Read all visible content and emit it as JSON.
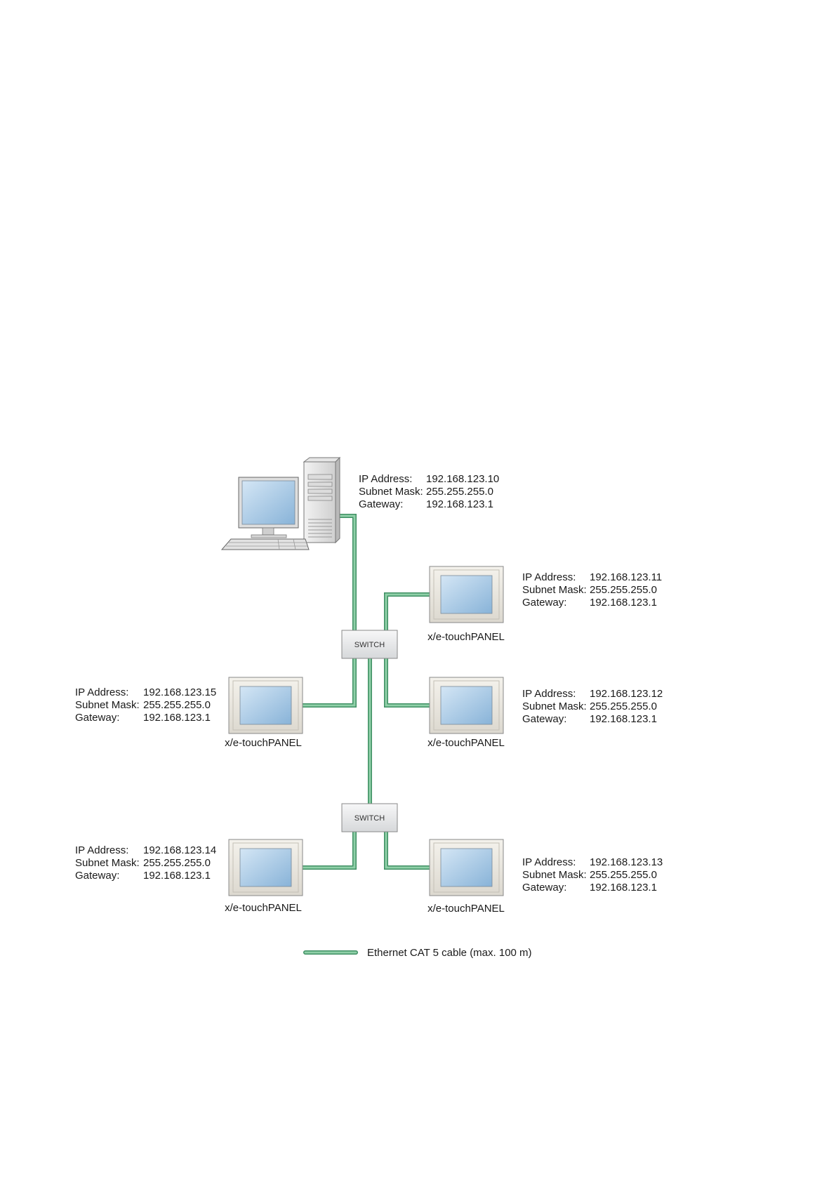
{
  "colors": {
    "cable": "#6cb88a",
    "cable_edge": "#3f8f63",
    "screen": "#a9cbe6",
    "bezel": "#ece9e2",
    "switch": "#e9eaeb"
  },
  "computer": {
    "icon": "desktop-computer-icon",
    "config": {
      "ip_label": "IP Address:",
      "ip_value": "192.168.123.10",
      "mask_label": "Subnet Mask:",
      "mask_value": "255.255.255.0",
      "gw_label": "Gateway:",
      "gw_value": "192.168.123.1"
    }
  },
  "switches": [
    {
      "label": "SWITCH"
    },
    {
      "label": "SWITCH"
    }
  ],
  "panels": [
    {
      "name": "x/e-touchPANEL",
      "config": {
        "ip_label": "IP Address:",
        "ip_value": "192.168.123.11",
        "mask_label": "Subnet Mask:",
        "mask_value": "255.255.255.0",
        "gw_label": "Gateway:",
        "gw_value": "192.168.123.1"
      }
    },
    {
      "name": "x/e-touchPANEL",
      "config": {
        "ip_label": "IP Address:",
        "ip_value": "192.168.123.12",
        "mask_label": "Subnet Mask:",
        "mask_value": "255.255.255.0",
        "gw_label": "Gateway:",
        "gw_value": "192.168.123.1"
      }
    },
    {
      "name": "x/e-touchPANEL",
      "config": {
        "ip_label": "IP Address:",
        "ip_value": "192.168.123.13",
        "mask_label": "Subnet Mask:",
        "mask_value": "255.255.255.0",
        "gw_label": "Gateway:",
        "gw_value": "192.168.123.1"
      }
    },
    {
      "name": "x/e-touchPANEL",
      "config": {
        "ip_label": "IP Address:",
        "ip_value": "192.168.123.14",
        "mask_label": "Subnet Mask:",
        "mask_value": "255.255.255.0",
        "gw_label": "Gateway:",
        "gw_value": "192.168.123.1"
      }
    },
    {
      "name": "x/e-touchPANEL",
      "config": {
        "ip_label": "IP Address:",
        "ip_value": "192.168.123.15",
        "mask_label": "Subnet Mask:",
        "mask_value": "255.255.255.0",
        "gw_label": "Gateway:",
        "gw_value": "192.168.123.1"
      }
    }
  ],
  "legend": {
    "label": "Ethernet CAT 5 cable (max. 100 m)"
  }
}
